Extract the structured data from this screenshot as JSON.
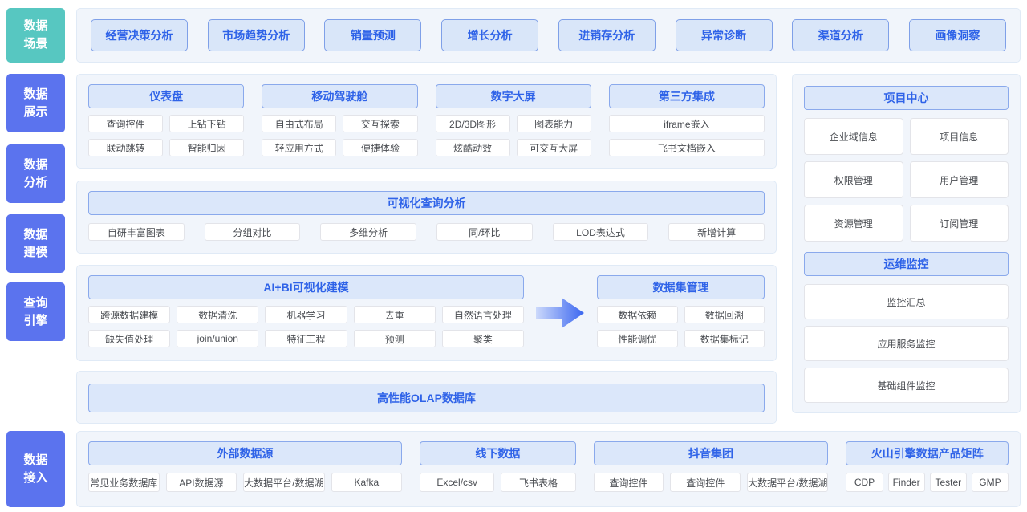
{
  "colors": {
    "rail_teal": "#57c7c1",
    "rail_blue": "#5b73ee",
    "header_bg": "#dbe7fa",
    "header_border": "#8aa9ec",
    "header_text": "#2f63e8",
    "section_bg": "#f1f5fb",
    "chip_bg": "#ffffff",
    "chip_text": "#4a4d52",
    "arrow_gradient": [
      "#ccd9fb",
      "#3a66f0"
    ]
  },
  "rail": {
    "scene": "数据\n场景",
    "display": "数据\n展示",
    "analysis": "数据\n分析",
    "modeling": "数据\n建模",
    "engine": "查询\n引擎",
    "access": "数据\n接入"
  },
  "scenes": {
    "items": [
      "经营决策分析",
      "市场趋势分析",
      "销量预测",
      "增长分析",
      "进销存分析",
      "异常诊断",
      "渠道分析",
      "画像洞察"
    ]
  },
  "display": {
    "groups": [
      {
        "title": "仪表盘",
        "items": [
          "查询控件",
          "上钻下钻",
          "联动跳转",
          "智能归因"
        ]
      },
      {
        "title": "移动驾驶舱",
        "items": [
          "自由式布局",
          "交互探索",
          "轻应用方式",
          "便捷体验"
        ]
      },
      {
        "title": "数字大屏",
        "items": [
          "2D/3D图形",
          "图表能力",
          "炫酷动效",
          "可交互大屏"
        ]
      },
      {
        "title": "第三方集成",
        "items": [
          "iframe嵌入",
          "飞书文档嵌入"
        ]
      }
    ]
  },
  "analysis": {
    "title": "可视化查询分析",
    "items": [
      "自研丰富图表",
      "分组对比",
      "多维分析",
      "同/环比",
      "LOD表达式",
      "新增计算"
    ]
  },
  "modeling": {
    "left": {
      "title": "AI+BI可视化建模",
      "items": [
        "跨源数据建模",
        "数据清洗",
        "机器学习",
        "去重",
        "自然语言处理",
        "缺失值处理",
        "join/union",
        "特征工程",
        "预测",
        "聚类"
      ]
    },
    "right": {
      "title": "数据集管理",
      "items": [
        "数据依赖",
        "数据回溯",
        "性能调优",
        "数据集标记"
      ]
    }
  },
  "engine": {
    "title": "高性能OLAP数据库"
  },
  "access": {
    "groups": [
      {
        "title": "外部数据源",
        "items": [
          "常见业务数据库",
          "API数据源",
          "大数据平台/数据湖",
          "Kafka"
        ]
      },
      {
        "title": "线下数据",
        "items": [
          "Excel/csv",
          "飞书表格"
        ]
      },
      {
        "title": "抖音集团",
        "items": [
          "查询控件",
          "查询控件",
          "大数据平台/数据湖"
        ]
      },
      {
        "title": "火山引擎数据产品矩阵",
        "items": [
          "CDP",
          "Finder",
          "Tester",
          "GMP"
        ]
      }
    ]
  },
  "right_panel": {
    "project": {
      "title": "项目中心",
      "items": [
        "企业域信息",
        "项目信息",
        "权限管理",
        "用户管理",
        "资源管理",
        "订阅管理"
      ]
    },
    "ops": {
      "title": "运维监控",
      "items": [
        "监控汇总",
        "应用服务监控",
        "基础组件监控"
      ]
    }
  }
}
